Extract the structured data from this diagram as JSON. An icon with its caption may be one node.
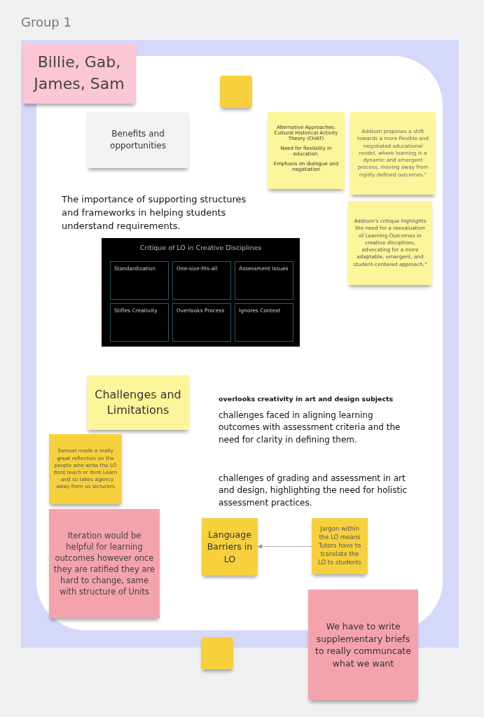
{
  "diagram": {
    "nodes": [
      {
        "text": [
          "Group 1"
        ]
      },
      {
        "text": [],
        "shape": "box",
        "in": 0
      },
      {
        "text": [
          "Billie, Gab, James, Sam"
        ],
        "in": 0
      },
      {
        "text": [],
        "shape": "box",
        "in": 1
      },
      {
        "text": [
          "Benefits and opportunities"
        ],
        "in": 1
      },
      {
        "text": [
          "Alternative Approaches: Cultural Historical Activity Theory (CHAT)",
          "Need for flexibility in education.",
          "Emphasis on dialogue and negotiation"
        ],
        "in": 1
      },
      {
        "text": [
          "Addison proposes a shift towards a more flexible and negotiated educational model, where learning is a dynamic and emergent process, moving away from rigidly defined outcomes.\""
        ],
        "in": 1
      },
      {
        "text": [
          "Addison's critique highlights the need for a reevaluation of Learning Outcomes in creative disciplines, advocating for a more adaptable, emergent, and student-centered approach.\""
        ],
        "in": 1
      },
      {
        "text": [
          "Critique of LO in Creative Disciplines"
        ],
        "in": 1
      },
      {
        "text": [
          "Standardization"
        ],
        "in": 8
      },
      {
        "text": [
          "One-size-fits-all"
        ],
        "in": 8
      },
      {
        "text": [
          "Assessment Issues"
        ],
        "in": 8
      },
      {
        "text": [
          "Stifles Creativity"
        ],
        "in": 8
      },
      {
        "text": [
          "Overlooks Process"
        ],
        "in": 8
      },
      {
        "text": [
          "Ignores Context"
        ],
        "in": 8
      },
      {
        "text": [
          "Challenges and Limitations"
        ],
        "in": 1
      },
      {
        "text": [
          "Samuel made a really great reflection on the people who write the LO dont teach or dont Learn - and so takes agency away from us lecturers"
        ],
        "in": 1
      },
      {
        "text": [
          "Iteration would be helpful for learning outcomes however once they are ratified they are hard to change, same with structure of Units"
        ],
        "in": 1
      },
      {
        "text": [
          "Language Barriers in LO"
        ],
        "in": 1
      },
      {
        "text": [
          "Jargon within the LO means Tutors have to translate the LO to students"
        ],
        "in": 1
      },
      {
        "text": [
          "We have to write supplementary briefs to really communcate what we want"
        ]
      },
      {
        "text": [],
        "shape": "box"
      }
    ],
    "edges": [
      {
        "from": 19,
        "to": 18,
        "arrow": "to"
      }
    ],
    "labels": [
      "The importance of supporting structures and frameworks in helping students understand requirements.",
      "overlooks creativity in art and design subjects",
      "challenges faced in aligning learning outcomes with assessment criteria and the need for clarity in defining them.",
      "challenges of grading and assessment in art and design, highlighting the need for holistic assessment practices."
    ]
  }
}
